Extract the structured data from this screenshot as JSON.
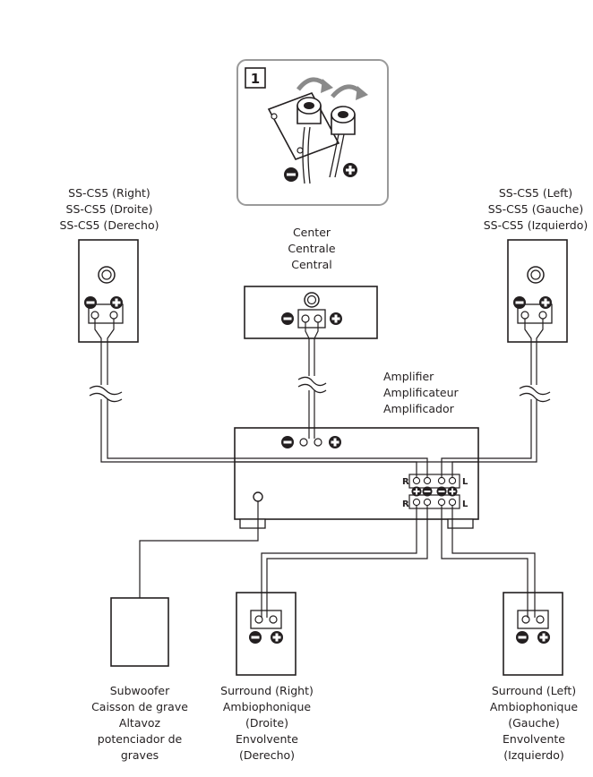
{
  "step_number": "1",
  "speakers": {
    "front_right": {
      "lines": [
        "SS-CS5 (Right)",
        "SS-CS5 (Droite)",
        "SS-CS5 (Derecho)"
      ]
    },
    "center": {
      "lines": [
        "Center",
        "Centrale",
        "Central"
      ]
    },
    "front_left": {
      "lines": [
        "SS-CS5 (Left)",
        "SS-CS5 (Gauche)",
        "SS-CS5 (Izquierdo)"
      ]
    },
    "subwoofer": {
      "lines": [
        "Subwoofer",
        "Caisson de grave",
        "Altavoz",
        "potenciador de",
        "graves"
      ]
    },
    "surround_right": {
      "lines": [
        "Surround (Right)",
        "Ambiophonique",
        "(Droite)",
        "Envolvente",
        "(Derecho)"
      ]
    },
    "surround_left": {
      "lines": [
        "Surround (Left)",
        "Ambiophonique",
        "(Gauche)",
        "Envolvente",
        "(Izquierdo)"
      ]
    }
  },
  "amplifier": {
    "lines": [
      "Amplifier",
      "Amplificateur",
      "Amplificador"
    ],
    "channel_right": "R",
    "channel_left": "L"
  },
  "polarity": {
    "negative": "−",
    "positive": "+"
  },
  "colors": {
    "ink": "#231f20",
    "panel_border": "#9a9a9a",
    "background": "#ffffff"
  }
}
